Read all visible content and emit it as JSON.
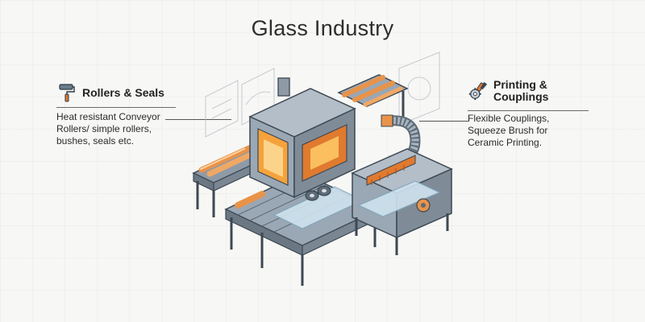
{
  "title": "Glass Industry",
  "left_callout": {
    "heading": "Rollers & Seals",
    "icon": "paint-roller-icon",
    "lines": [
      "Heat resistant Conveyor",
      "Rollers/ simple rollers,",
      "bushes, seals etc."
    ]
  },
  "right_callout": {
    "heading_lines": [
      "Printing &",
      "Couplings"
    ],
    "icon": "brush-and-gear-icon",
    "lines": [
      "Flexible Couplings,",
      "Squeeze Brush for",
      "Ceramic Printing."
    ]
  },
  "colors": {
    "machine_steel": "#9aa7b4",
    "machine_dark": "#5d6b78",
    "roller_orange": "#e8934a",
    "furnace_glow": "#f5a23c",
    "glass_blue": "#cfe3ee",
    "line": "#3d4852"
  }
}
